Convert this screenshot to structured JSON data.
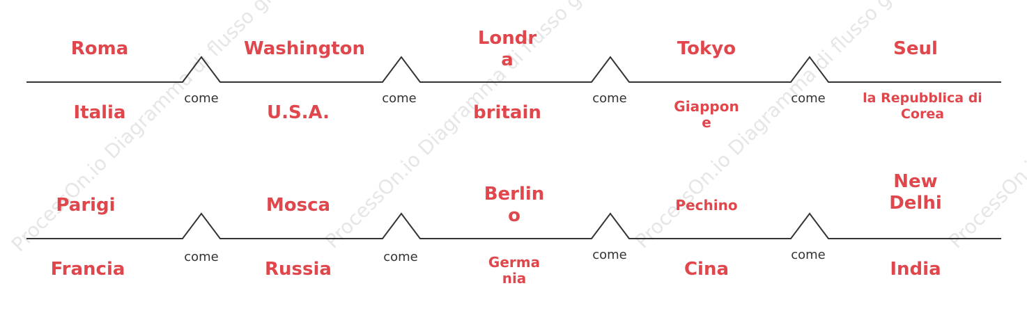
{
  "watermark": "ProcessOn.io Diagramma di flusso gratuito",
  "relation_label": "come",
  "rows": [
    {
      "pairs": [
        {
          "top": "Roma",
          "bottom": "Italia"
        },
        {
          "top": "Washington",
          "bottom": "U.S.A."
        },
        {
          "top": "Londra",
          "bottom": "britain"
        },
        {
          "top": "Tokyo",
          "bottom": "Giappone"
        },
        {
          "top": "Seul",
          "bottom": "la Repubblica di Corea"
        }
      ]
    },
    {
      "pairs": [
        {
          "top": "Parigi",
          "bottom": "Francia"
        },
        {
          "top": "Mosca",
          "bottom": "Russia"
        },
        {
          "top": "Berlino",
          "bottom": "Germania"
        },
        {
          "top": "Pechino",
          "bottom": "Cina"
        },
        {
          "top": "New Delhi",
          "bottom": "India"
        }
      ]
    }
  ],
  "colors": {
    "term": "#e0474c",
    "line": "#333333",
    "label": "#333333",
    "watermark": "#e6e6e6"
  }
}
